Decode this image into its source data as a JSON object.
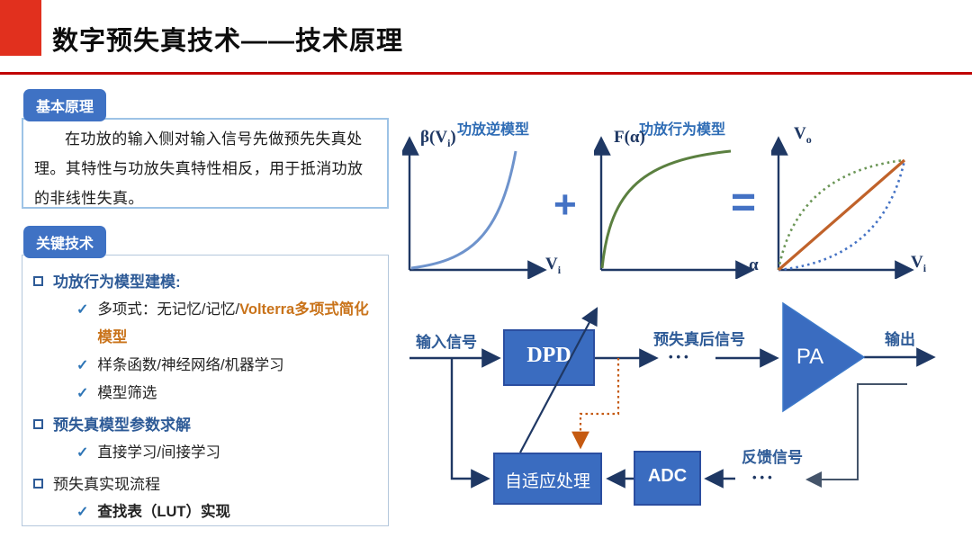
{
  "slide": {
    "title": "数字预失真技术——技术原理"
  },
  "basic_principle": {
    "badge": "基本原理",
    "text": "在功放的输入侧对输入信号先做预先失真处理。其特性与功放失真特性相反，用于抵消功放的非线性失真。"
  },
  "key_tech": {
    "badge": "关键技术",
    "item1": "功放行为模型建模:",
    "item1_sub1_plain": "多项式：无记忆/记忆/",
    "item1_sub1_orange": "Volterra多项式简化模型",
    "item1_sub2": "样条函数/神经网络/机器学习",
    "item1_sub3": "模型筛选",
    "item2": "预失真模型参数求解",
    "item2_sub1": "直接学习/间接学习",
    "item3": "预失真实现流程",
    "item3_sub1": "查找表（LUT）实现"
  },
  "icons": {
    "check": "✓"
  },
  "plots": {
    "inverse": {
      "title": "功放逆模型",
      "y_main": "β(V",
      "y_sub": "i",
      "y_close": ")",
      "x_main": "V",
      "x_sub": "i"
    },
    "plus": "+",
    "behavior": {
      "title": "功放行为模型",
      "y_label": "F(α)",
      "x_label": "α"
    },
    "equals": "=",
    "result": {
      "y_main": "V",
      "y_sub": "o",
      "x_main": "V",
      "x_sub": "i"
    }
  },
  "diagram": {
    "input_label": "输入信号",
    "dpd_label": "DPD",
    "predistorted_label": "预失真后信号",
    "ellipsis": "•••",
    "pa_label": "PA",
    "output_label": "输出",
    "feedback_label": "反馈信号",
    "adc_label": "ADC",
    "adaptive_label": "自适应处理"
  },
  "colors": {
    "accent_red": "#c00000",
    "title_marker_red": "#e1301e",
    "badge_blue": "#3f72c4",
    "block_blue": "#3a6cc0",
    "line_navy": "#1f3864",
    "list_blue": "#2e5b97",
    "orange": "#c9731a",
    "curve_blue": "#6e93cc",
    "curve_green": "#5b8040",
    "curve_orange": "#c0622a"
  }
}
